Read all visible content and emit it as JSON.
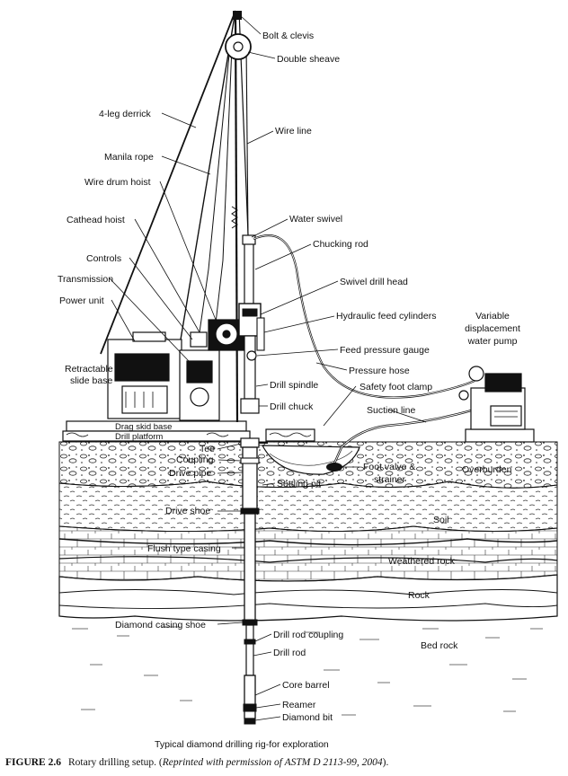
{
  "labels": {
    "bolt_clevis": "Bolt & clevis",
    "double_sheave": "Double sheave",
    "four_leg_derrick": "4-leg derrick",
    "wire_line": "Wire line",
    "manila_rope": "Manila rope",
    "wire_drum_hoist": "Wire drum hoist",
    "cathead_hoist": "Cathead hoist",
    "water_swivel": "Water swivel",
    "chucking_rod": "Chucking rod",
    "controls": "Controls",
    "transmission": "Transmission",
    "swivel_drill_head": "Swivel drill head",
    "power_unit": "Power unit",
    "hydraulic_feed_cylinders": "Hydraulic feed cylinders",
    "variable_pump_1": "Variable",
    "variable_pump_2": "displacement",
    "variable_pump_3": "water pump",
    "feed_pressure_gauge": "Feed pressure gauge",
    "retractable_1": "Retractable",
    "retractable_2": "slide base",
    "pressure_hose": "Pressure hose",
    "drill_spindle": "Drill spindle",
    "safety_foot_clamp": "Safety foot clamp",
    "drill_chuck": "Drill chuck",
    "suction_line": "Suction line",
    "drag_skid_base": "Drag skid base",
    "drill_platform": "Drill platform",
    "tee": "Tee",
    "coupling": "Coupling",
    "foot_valve_1": "Foot valve &",
    "foot_valve_2": "strainer",
    "overburden": "Overburden",
    "drive_pipe": "Drive pipe",
    "settling_pit": "Settling pit",
    "drive_shoe": "Drive shoe",
    "soil": "Soil",
    "flush_type_casing": "Flush type casing",
    "weathered_rock": "Weathered rock",
    "rock": "Rock",
    "diamond_casing_shoe": "Diamond casing shoe",
    "drill_rod_coupling": "Drill rod coupling",
    "drill_rod": "Drill rod",
    "bed_rock": "Bed rock",
    "core_barrel": "Core barrel",
    "reamer": "Reamer",
    "diamond_bit": "Diamond bit",
    "subtitle": "Typical diamond drilling rig-for exploration"
  },
  "caption": {
    "figure": "FIGURE 2.6",
    "text": "Rotary drilling setup. (",
    "citation": "Reprinted with permission of ASTM D 2113-99, 2004",
    "close": ")."
  }
}
